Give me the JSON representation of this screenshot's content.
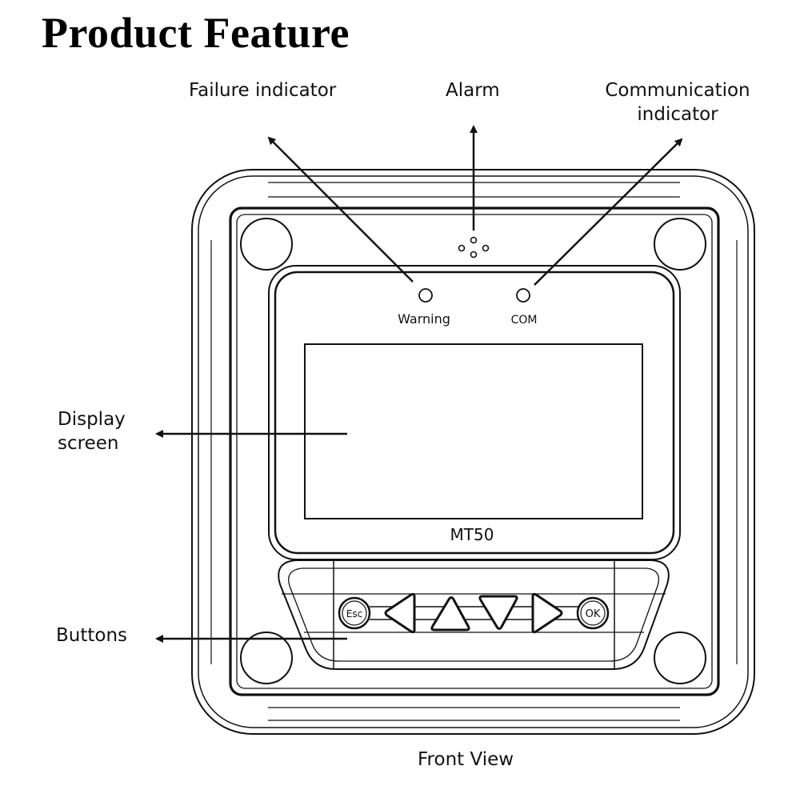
{
  "page": {
    "heading": "Product Feature",
    "caption": "Front View"
  },
  "callouts": {
    "failure_indicator": "Failure indicator",
    "alarm": "Alarm",
    "communication_line1": "Communication",
    "communication_line2": "indicator",
    "display_line1": "Display",
    "display_line2": "screen",
    "buttons": "Buttons"
  },
  "device": {
    "model": "MT50",
    "warning_label": "Warning",
    "com_label": "COM",
    "buttons": {
      "esc": "Esc",
      "ok": "OK",
      "left_icon": "left-triangle-icon",
      "up_icon": "up-triangle-icon",
      "down_icon": "down-triangle-icon",
      "right_icon": "right-triangle-icon"
    }
  },
  "colors": {
    "line": "#111111",
    "background": "#ffffff"
  }
}
